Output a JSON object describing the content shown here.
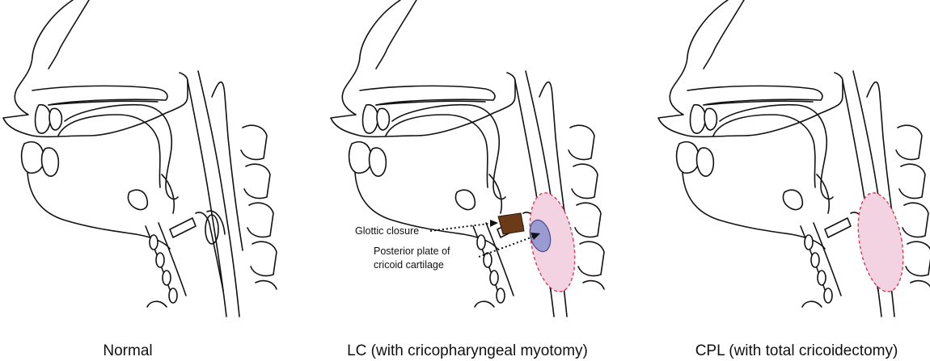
{
  "panels": [
    {
      "id": "normal",
      "caption": "Normal"
    },
    {
      "id": "lc",
      "caption": "LC (with cricopharyngeal myotomy)"
    },
    {
      "id": "cpl",
      "caption": "CPL (with total cricoidectomy)"
    }
  ],
  "annotations": {
    "glottic_closure": "Glottic closure",
    "posterior_plate_line1": "Posterior plate of",
    "posterior_plate_line2": "cricoid cartilage"
  },
  "colors": {
    "outline": "#111111",
    "resection_fill": "#f3d3e2",
    "resection_stroke": "#d83a55",
    "glottic_closure": "#6b3a18",
    "cricoid_plate": "#9a9bd0"
  }
}
